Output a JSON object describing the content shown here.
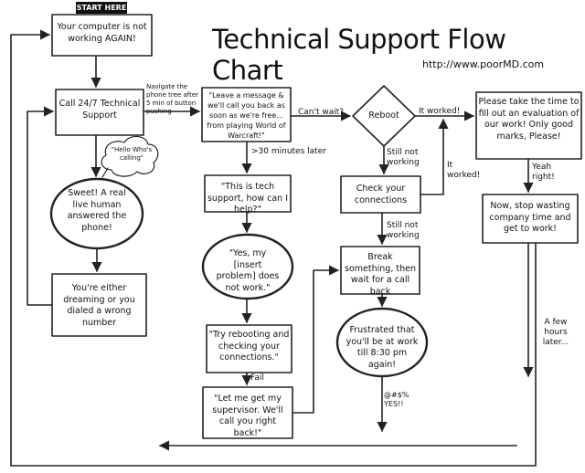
{
  "title": "Technical Support Flow Chart",
  "url": "http://www.poorMD.com",
  "start_label": "START HERE",
  "nodes": {
    "not_working": "Your computer is not working AGAIN!",
    "call_support": "Call 24/7 Technical Support",
    "hello": "\"Hello Who's calling\"",
    "sweet": "Sweet! A real live human answered the phone!",
    "dreaming": "You're either dreaming or you dialed a wrong number",
    "leave_message": "\"Leave a message & we'll call you back as soon as we're free... from playing World of Warcraft!\"",
    "this_is_support": "\"This is tech support, how can I help?\"",
    "yes_my": "\"Yes, my [insert problem] does not work.\"",
    "try_rebooting": "\"Try rebooting and checking your connections.\"",
    "supervisor": "\"Let me get my supervisor. We'll call you right back!\"",
    "reboot": "Reboot",
    "check_connections": "Check your connections",
    "break_something": "Break something, then wait for a call back",
    "frustrated": "Frustrated that you'll be at work till 8:30 pm again!",
    "evaluation": "Please take the time to fill out an evaluation of our work! Only good marks, Please!",
    "now_stop": "Now, stop wasting company time and get to work!"
  },
  "edges": {
    "navigate": "Navigate the phone tree after 5 min of button pushing",
    "cant_wait": "Can't wait?",
    "it_worked_top": "It worked!",
    "it_worked_side": "It worked!",
    "still_not_1": "Still not working",
    "still_not_2": "Still not working",
    "thirty_min": ">30 minutes later",
    "fail": "Fail",
    "yeah_right": "Yeah right!",
    "swear": "@#$% YES!!",
    "few_hours": "A few hours later..."
  }
}
